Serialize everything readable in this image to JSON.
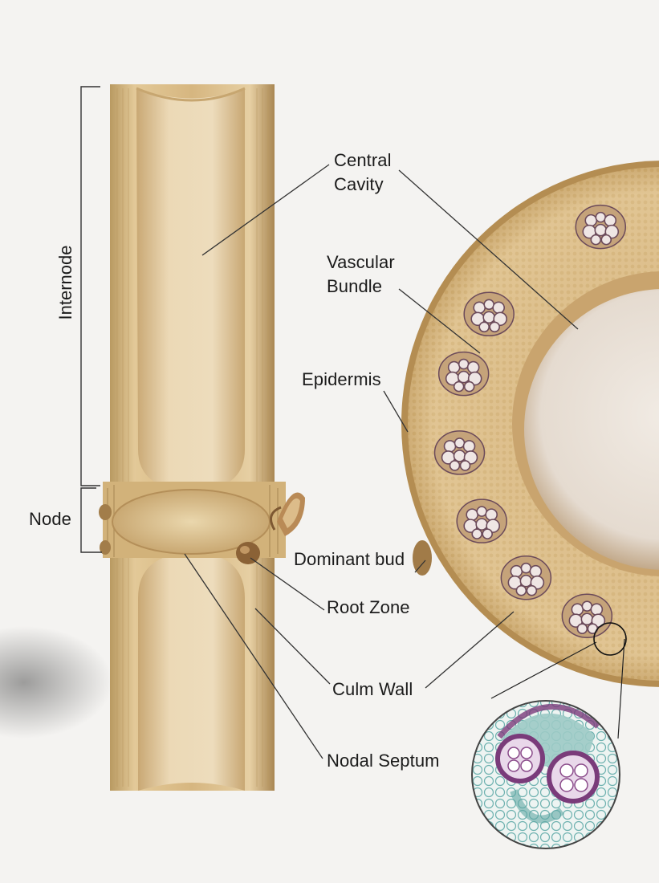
{
  "labels": {
    "internode": "Internode",
    "node": "Node",
    "central_cavity_line1": "Central",
    "central_cavity_line2": "Cavity",
    "vascular_bundle_line1": "Vascular",
    "vascular_bundle_line2": "Bundle",
    "epidermis": "Epidermis",
    "dominant_bud": "Dominant bud",
    "root_zone": "Root Zone",
    "culm_wall": "Culm Wall",
    "nodal_septum": "Nodal Septum"
  },
  "colors": {
    "background": "#f4f3f1",
    "bamboo_light": "#e6cfa6",
    "bamboo_mid": "#d7b882",
    "bamboo_dark": "#b8915a",
    "cavity": "#ede3d3",
    "bundle_cell": "#6b4a5a",
    "xylem_purple": "#7a3b7a",
    "phloem_teal": "#7fb7b4",
    "leader_line": "#333333"
  },
  "icons": [
    "bamboo-culm-longitudinal-section",
    "bamboo-culm-cross-section",
    "vascular-bundle-micrograph"
  ]
}
